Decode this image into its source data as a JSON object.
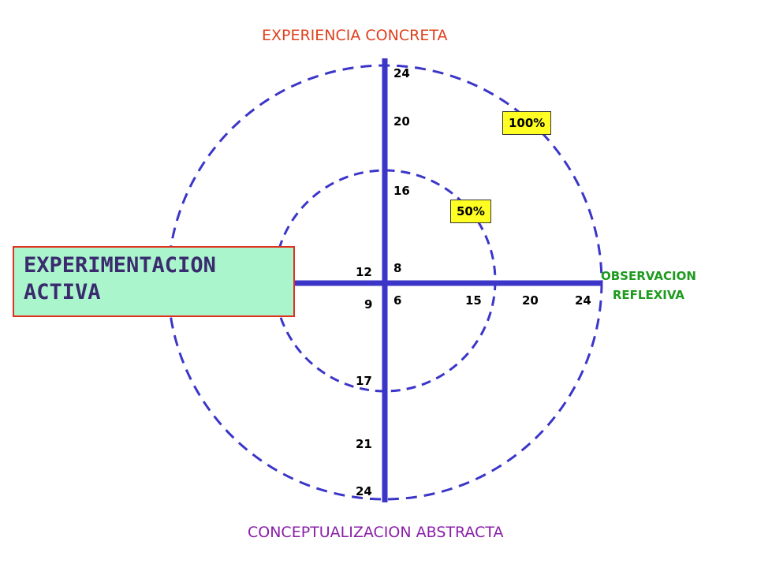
{
  "colors": {
    "axis": "#3b36c8",
    "circle": "#3b36c8",
    "top_title": "#e0401e",
    "bottom_title": "#8a1fa8",
    "right_title": "#1e9a1e",
    "box_border": "#e0301e",
    "box_fill": "#aaf5cc",
    "badge_fill": "#ffff24"
  },
  "titles": {
    "top": "EXPERIENCIA CONCRETA",
    "bottom": "CONCEPTUALIZACION ABSTRACTA",
    "right_line1": "OBSERVACION",
    "right_line2": "REFLEXIVA",
    "left_line1": "EXPERIMENTACION",
    "left_line2": "ACTIVA"
  },
  "badges": {
    "outer": "100%",
    "inner": "50%"
  },
  "scales": {
    "top": [
      "24",
      "20",
      "16",
      "8"
    ],
    "right": [
      "6",
      "15",
      "20",
      "24"
    ],
    "left": [
      "12",
      "9"
    ],
    "bottom": [
      "17",
      "21",
      "24"
    ]
  }
}
